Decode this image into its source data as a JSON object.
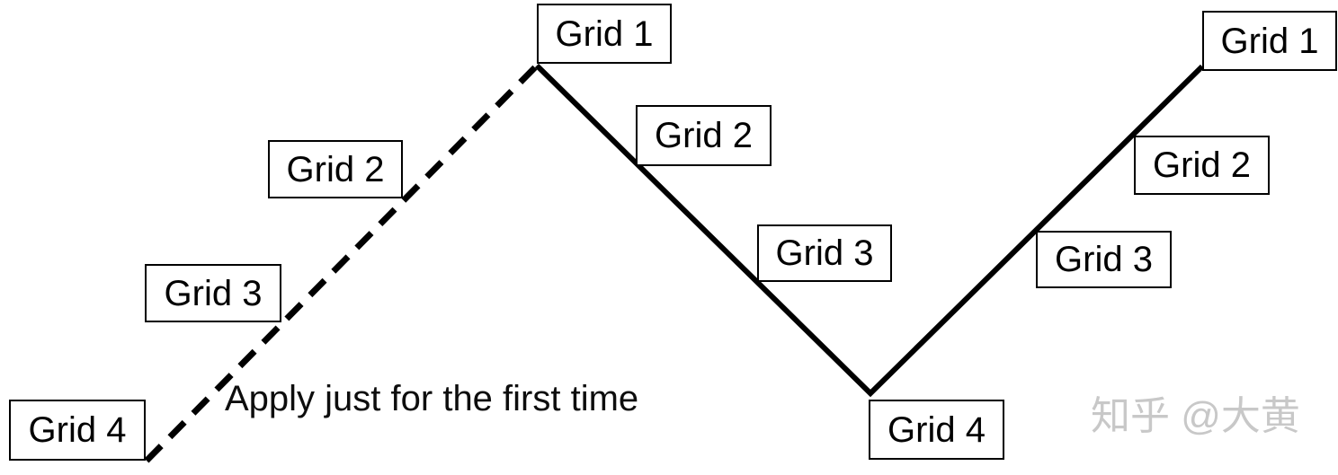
{
  "diagram": {
    "boxes": [
      {
        "id": "grid4-left",
        "label": "Grid 4"
      },
      {
        "id": "grid3-left",
        "label": "Grid 3"
      },
      {
        "id": "grid2-left",
        "label": "Grid 2"
      },
      {
        "id": "grid1-center",
        "label": "Grid 1"
      },
      {
        "id": "grid2-center",
        "label": "Grid 2"
      },
      {
        "id": "grid3-center",
        "label": "Grid 3"
      },
      {
        "id": "grid4-center",
        "label": "Grid 4"
      },
      {
        "id": "grid3-right",
        "label": "Grid 3"
      },
      {
        "id": "grid2-right",
        "label": "Grid 2"
      },
      {
        "id": "grid1-right",
        "label": "Grid 1"
      }
    ],
    "annotation": "Apply just for the first time",
    "watermark": "知乎 @大黄",
    "colors": {
      "line": "#000000",
      "box_border": "#000000",
      "box_fill": "#ffffff",
      "text": "#000000",
      "watermark": "#c8c8c8",
      "background": "#ffffff"
    }
  }
}
